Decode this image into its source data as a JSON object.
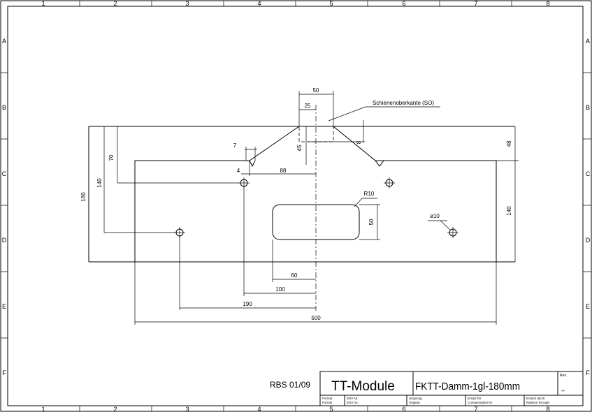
{
  "zones": {
    "columns": [
      "1",
      "2",
      "3",
      "4",
      "5",
      "6",
      "7",
      "8"
    ],
    "rows": [
      "A",
      "B",
      "C",
      "D",
      "E",
      "F"
    ]
  },
  "dimensions": {
    "top_width": "50",
    "half_width": "25",
    "rail_label": "Schienenoberkante (SO)",
    "notch_width": "7",
    "notch_depth": "45",
    "chamfer_height": "8",
    "upper_step": "48",
    "offset_70": "70",
    "height_180": "180",
    "height_140_left": "140",
    "gap_4": "4",
    "len_88": "88",
    "radius": "R10",
    "slot_height": "50",
    "height_140_right": "140",
    "hole_dia": "ø10",
    "len_60": "60",
    "len_100": "100",
    "len_190": "190",
    "len_500": "500"
  },
  "title_block": {
    "revision_ref": "RBS 01/09",
    "company": "TT-Module",
    "part_name": "FKTT-Damm-1gl-180mm",
    "rev_label": "Rev.",
    "rev_value": "–",
    "format_label_1": "Format",
    "format_label_2": "Format",
    "ean_label_1": "EDV Nr.",
    "ean_label_2": "EDV no.",
    "origin_label_1": "Ursprung",
    "origin_label_2": "Original",
    "replaces_label_1": "Ersatz für",
    "replaces_label_2": "Compensation for",
    "replaced_by_label_1": "Ersetzt durch",
    "replaced_by_label_2": "Replace through"
  }
}
